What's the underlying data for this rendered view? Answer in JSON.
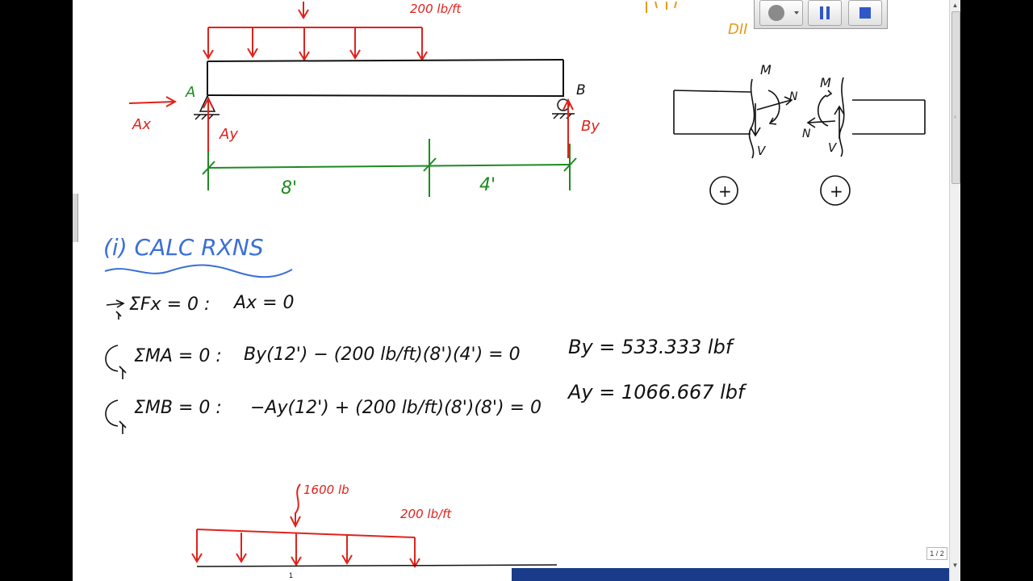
{
  "colors": {
    "red": "#e0221c",
    "green": "#1e8a22",
    "blue": "#3b6fd6",
    "black": "#111111",
    "orange": "#e89a1a",
    "toolbar_blue": "#2f57c9"
  },
  "top_diagram": {
    "load_label": "200 lb/ft",
    "support_a": "A",
    "support_b": "B",
    "ax": "Ax",
    "ay": "Ay",
    "by": "By",
    "dim_left": "8'",
    "dim_right": "4'"
  },
  "fbd": {
    "m_left": "M",
    "n_left": "N",
    "v_left": "V",
    "m_right": "M",
    "n_right": "N",
    "v_right": "V",
    "sign_left": "+",
    "sign_right": "+"
  },
  "corner_text": "DII",
  "heading": "(i) CALC RXNS",
  "equations": [
    {
      "lhs": "ΣFx = 0 :",
      "body": "Ax = 0",
      "result": ""
    },
    {
      "lhs": "ΣMA = 0 :",
      "body": "By(12') − (200 lb/ft)(8')(4') = 0",
      "result": "By = 533.333 lbf"
    },
    {
      "lhs": "ΣMB = 0 :",
      "body": "−Ay(12') + (200 lb/ft)(8')(8') = 0",
      "result": "Ay = 1066.667 lbf"
    }
  ],
  "bottom_diagram": {
    "point_load": "1600 lb",
    "dist_load": "200 lb/ft",
    "marker": "1"
  },
  "viewer": {
    "page_indicator": "1 / 2"
  }
}
